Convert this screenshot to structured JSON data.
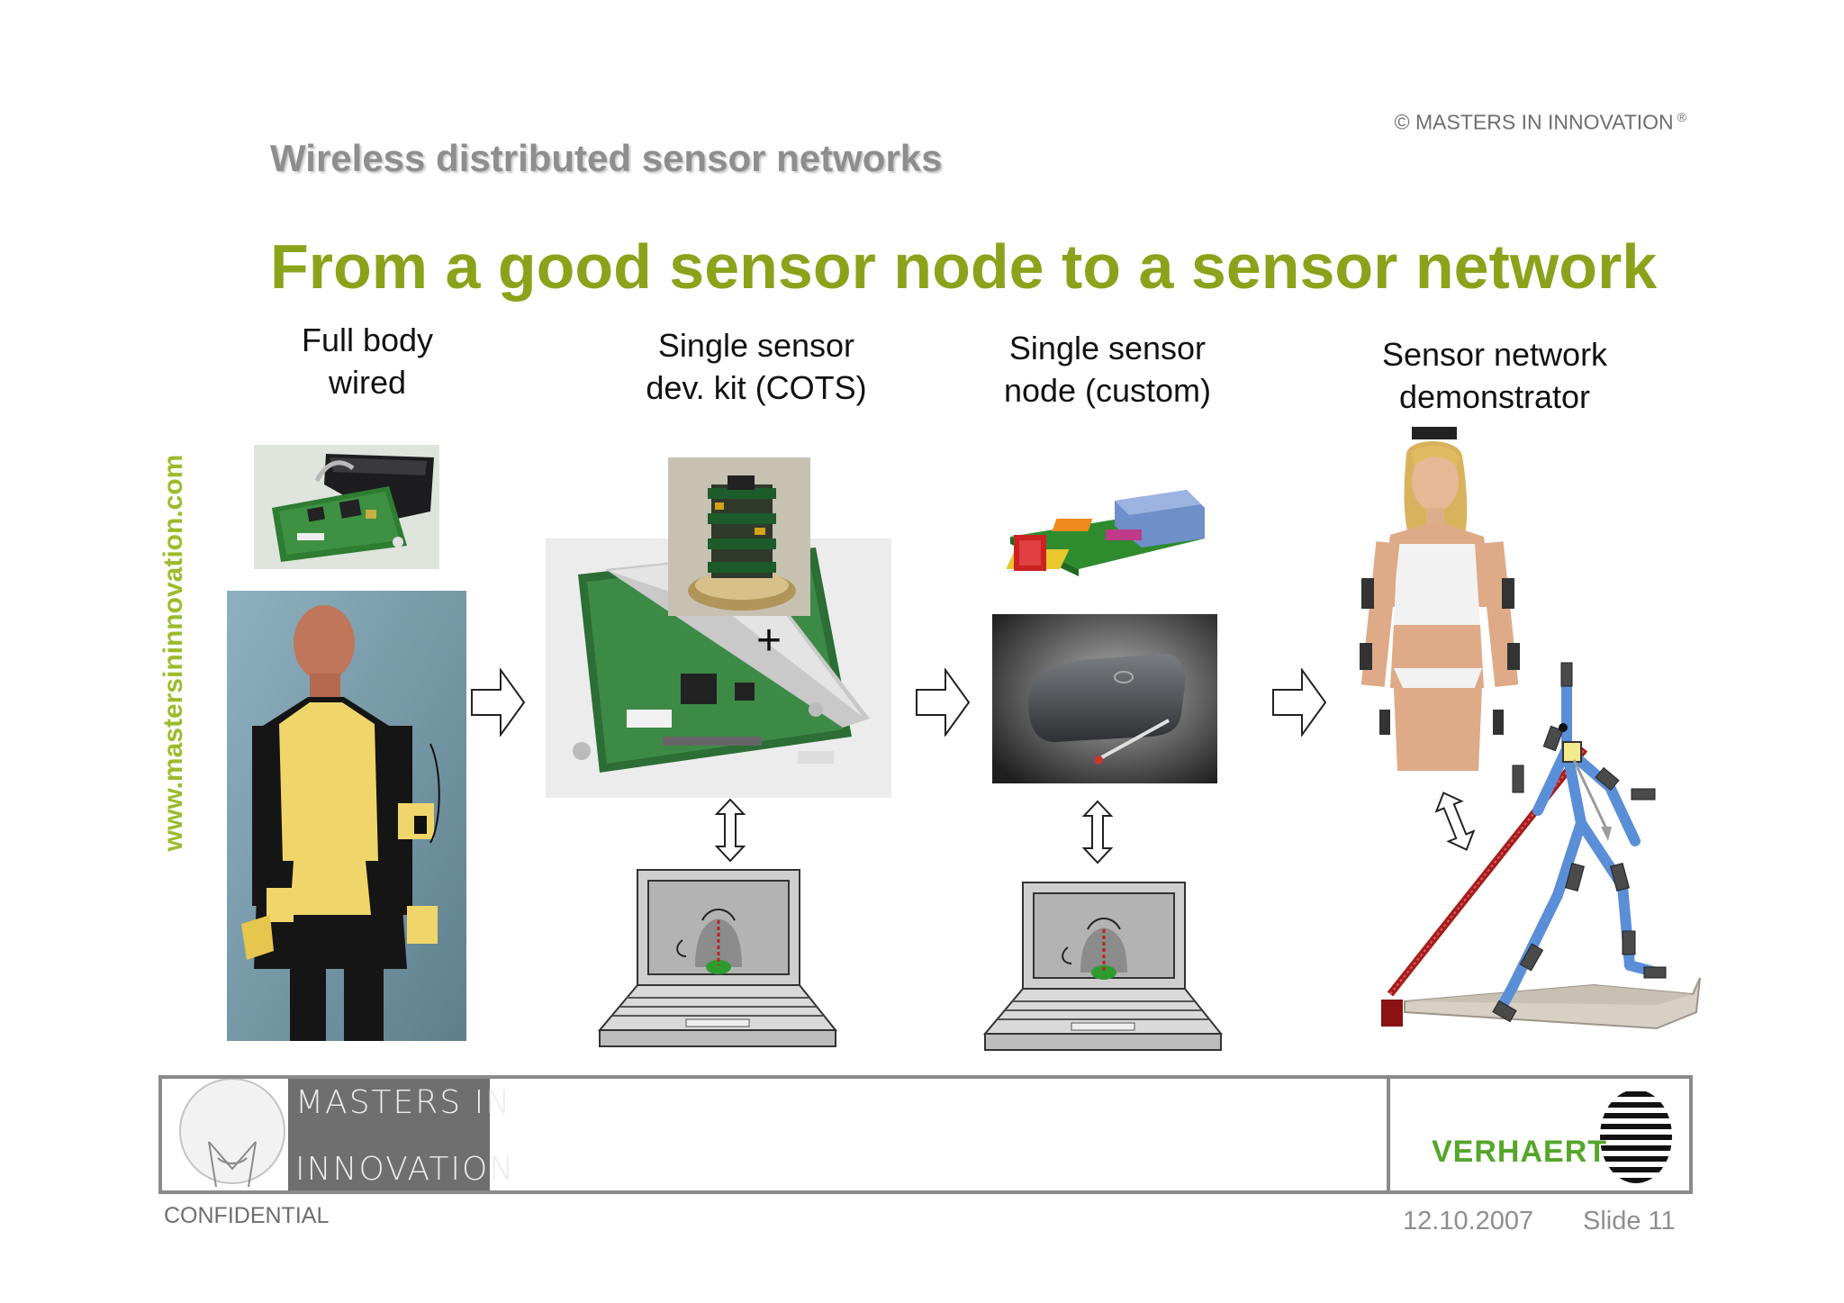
{
  "header": {
    "copyright": "© MASTERS IN INNOVATION",
    "copyright_mark": "®",
    "subtitle": "Wireless distributed sensor networks",
    "title": "From a good sensor node to a sensor network"
  },
  "sidebar": {
    "url": "www.mastersininnovation.com"
  },
  "columns": [
    {
      "line1": "Full body",
      "line2": "wired"
    },
    {
      "line1": "Single sensor",
      "line2": "dev. kit (COTS)"
    },
    {
      "line1": "Single sensor",
      "line2": "node (custom)"
    },
    {
      "line1": "Sensor network",
      "line2": "demonstrator"
    }
  ],
  "annotations": {
    "plus": "+"
  },
  "footer": {
    "logo_top": "MASTERS  IN",
    "logo_bottom": "INNOVATION",
    "partner": "VERHAERT",
    "confidential": "CONFIDENTIAL",
    "date": "12.10.2007",
    "slide": "Slide 11"
  },
  "colors": {
    "accent": "#8aa31b",
    "side_url": "#9cbb2c",
    "verhaert": "#55a629",
    "subtitle": "#8e8e8e"
  }
}
